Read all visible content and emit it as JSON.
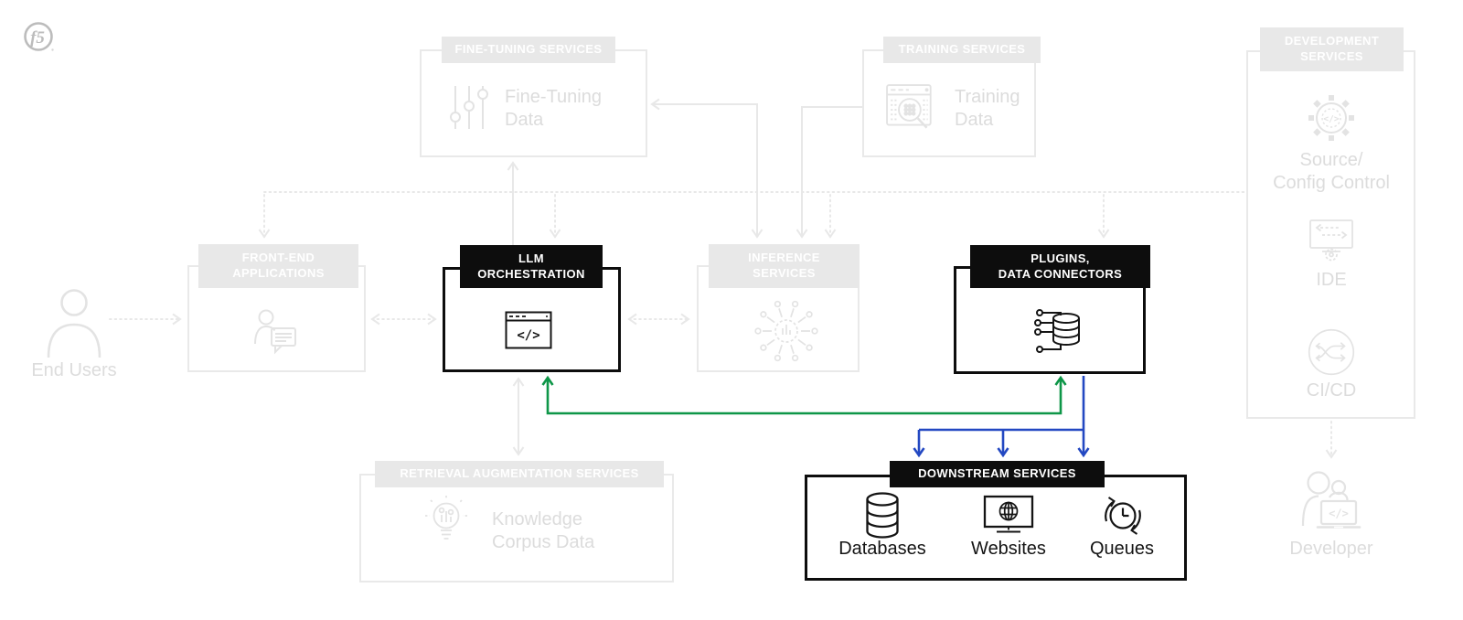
{
  "logo": {
    "text": "f5"
  },
  "palette": {
    "green": "#0e9648",
    "blue": "#2348c2",
    "black": "#0d0d0d",
    "faded_gray": "#e8e8e8"
  },
  "end_users": {
    "label": "End Users"
  },
  "front_end": {
    "header_lines": [
      "FRONT-END",
      "APPLICATIONS"
    ]
  },
  "fine_tuning": {
    "header": "FINE-TUNING SERVICES",
    "label_lines": [
      "Fine-Tuning",
      "Data"
    ]
  },
  "training": {
    "header": "TRAINING SERVICES",
    "label_lines": [
      "Training",
      "Data"
    ]
  },
  "llm_orchestration": {
    "header_lines": [
      "LLM",
      "ORCHESTRATION"
    ]
  },
  "inference": {
    "header_lines": [
      "INFERENCE",
      "SERVICES"
    ]
  },
  "plugins": {
    "header_lines": [
      "PLUGINS,",
      "DATA CONNECTORS"
    ]
  },
  "retrieval": {
    "header": "RETRIEVAL AUGMENTATION SERVICES",
    "label_lines": [
      "Knowledge",
      "Corpus Data"
    ]
  },
  "downstream": {
    "header": "DOWNSTREAM SERVICES",
    "items": [
      {
        "label": "Databases"
      },
      {
        "label": "Websites"
      },
      {
        "label": "Queues"
      }
    ]
  },
  "development": {
    "header_lines": [
      "DEVELOPMENT",
      "SERVICES"
    ],
    "source_config_lines": [
      "Source/",
      "Config Control"
    ],
    "ide_label": "IDE",
    "cicd_label": "CI/CD"
  },
  "developer": {
    "label": "Developer"
  }
}
